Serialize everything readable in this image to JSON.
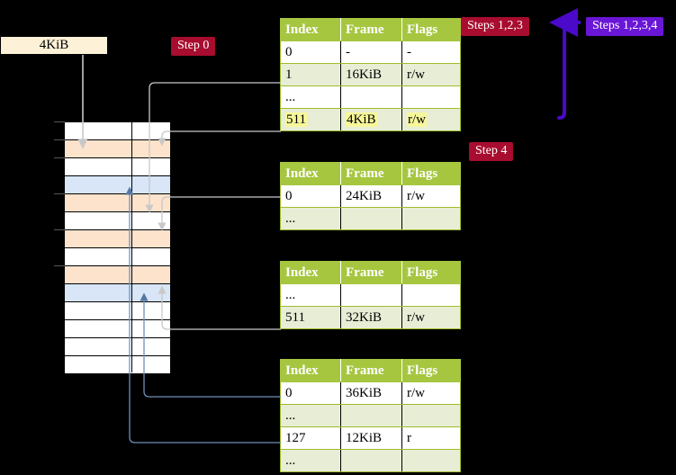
{
  "diagram": {
    "title_hidden": "",
    "memory_box": {
      "label": "4KiB"
    },
    "badges": {
      "step0": "Step 0",
      "steps123": "Steps 1,2,3",
      "steps1234": "Steps 1,2,3,4",
      "step4": "Step 4"
    },
    "colors": {
      "header_green": "#a6c63f",
      "row_alt": "#e8eed6",
      "highlight_yellow": "#f7f79a",
      "mem_orange": "#fde3cc",
      "mem_blue": "#d8e6f7",
      "kib_box": "#fdf1d7",
      "badge_red": "#a80c2e",
      "badge_purple": "#6a16d6",
      "wire_grey": "#b0b0b0",
      "wire_blue": "#6f8fb8"
    },
    "tables": [
      {
        "id": "pml4",
        "headers": [
          "Index",
          "Frame",
          "Flags"
        ],
        "rows": [
          {
            "style": "plain",
            "cells": [
              "0",
              "-",
              "-"
            ],
            "highlight": [
              false,
              false,
              false
            ]
          },
          {
            "style": "alt",
            "cells": [
              "1",
              "16KiB",
              "r/w"
            ],
            "highlight": [
              false,
              false,
              false
            ]
          },
          {
            "style": "plain",
            "cells": [
              "...",
              "",
              ""
            ],
            "highlight": [
              false,
              false,
              false
            ]
          },
          {
            "style": "alt",
            "cells": [
              "511",
              "4KiB",
              "r/w"
            ],
            "highlight": [
              true,
              true,
              true
            ]
          }
        ]
      },
      {
        "id": "pdpt",
        "headers": [
          "Index",
          "Frame",
          "Flags"
        ],
        "rows": [
          {
            "style": "plain",
            "cells": [
              "0",
              "24KiB",
              "r/w"
            ],
            "highlight": [
              false,
              false,
              false
            ]
          },
          {
            "style": "alt",
            "cells": [
              "...",
              "",
              ""
            ],
            "highlight": [
              false,
              false,
              false
            ]
          }
        ]
      },
      {
        "id": "pd",
        "headers": [
          "Index",
          "Frame",
          "Flags"
        ],
        "rows": [
          {
            "style": "plain",
            "cells": [
              "...",
              "",
              ""
            ],
            "highlight": [
              false,
              false,
              false
            ]
          },
          {
            "style": "alt",
            "cells": [
              "511",
              "32KiB",
              "r/w"
            ],
            "highlight": [
              false,
              false,
              false
            ]
          }
        ]
      },
      {
        "id": "pt",
        "headers": [
          "Index",
          "Frame",
          "Flags"
        ],
        "rows": [
          {
            "style": "plain",
            "cells": [
              "0",
              "36KiB",
              "r/w"
            ],
            "highlight": [
              false,
              false,
              false
            ]
          },
          {
            "style": "alt",
            "cells": [
              "...",
              "",
              ""
            ],
            "highlight": [
              false,
              false,
              false
            ]
          },
          {
            "style": "plain",
            "cells": [
              "127",
              "12KiB",
              "r"
            ],
            "highlight": [
              false,
              false,
              false
            ]
          },
          {
            "style": "alt",
            "cells": [
              "...",
              "",
              ""
            ],
            "highlight": [
              false,
              false,
              false
            ]
          }
        ]
      }
    ],
    "memory_rows": [
      {
        "fill": "white",
        "tick": true
      },
      {
        "fill": "orange",
        "tick": true
      },
      {
        "fill": "white",
        "tick": true
      },
      {
        "fill": "blue",
        "tick": false
      },
      {
        "fill": "orange",
        "tick": true
      },
      {
        "fill": "white",
        "tick": false
      },
      {
        "fill": "orange",
        "tick": true
      },
      {
        "fill": "white",
        "tick": false
      },
      {
        "fill": "orange",
        "tick": true
      },
      {
        "fill": "blue",
        "tick": false
      },
      {
        "fill": "white",
        "tick": false
      },
      {
        "fill": "white",
        "tick": false
      },
      {
        "fill": "white",
        "tick": false
      },
      {
        "fill": "white",
        "tick": false
      }
    ]
  }
}
